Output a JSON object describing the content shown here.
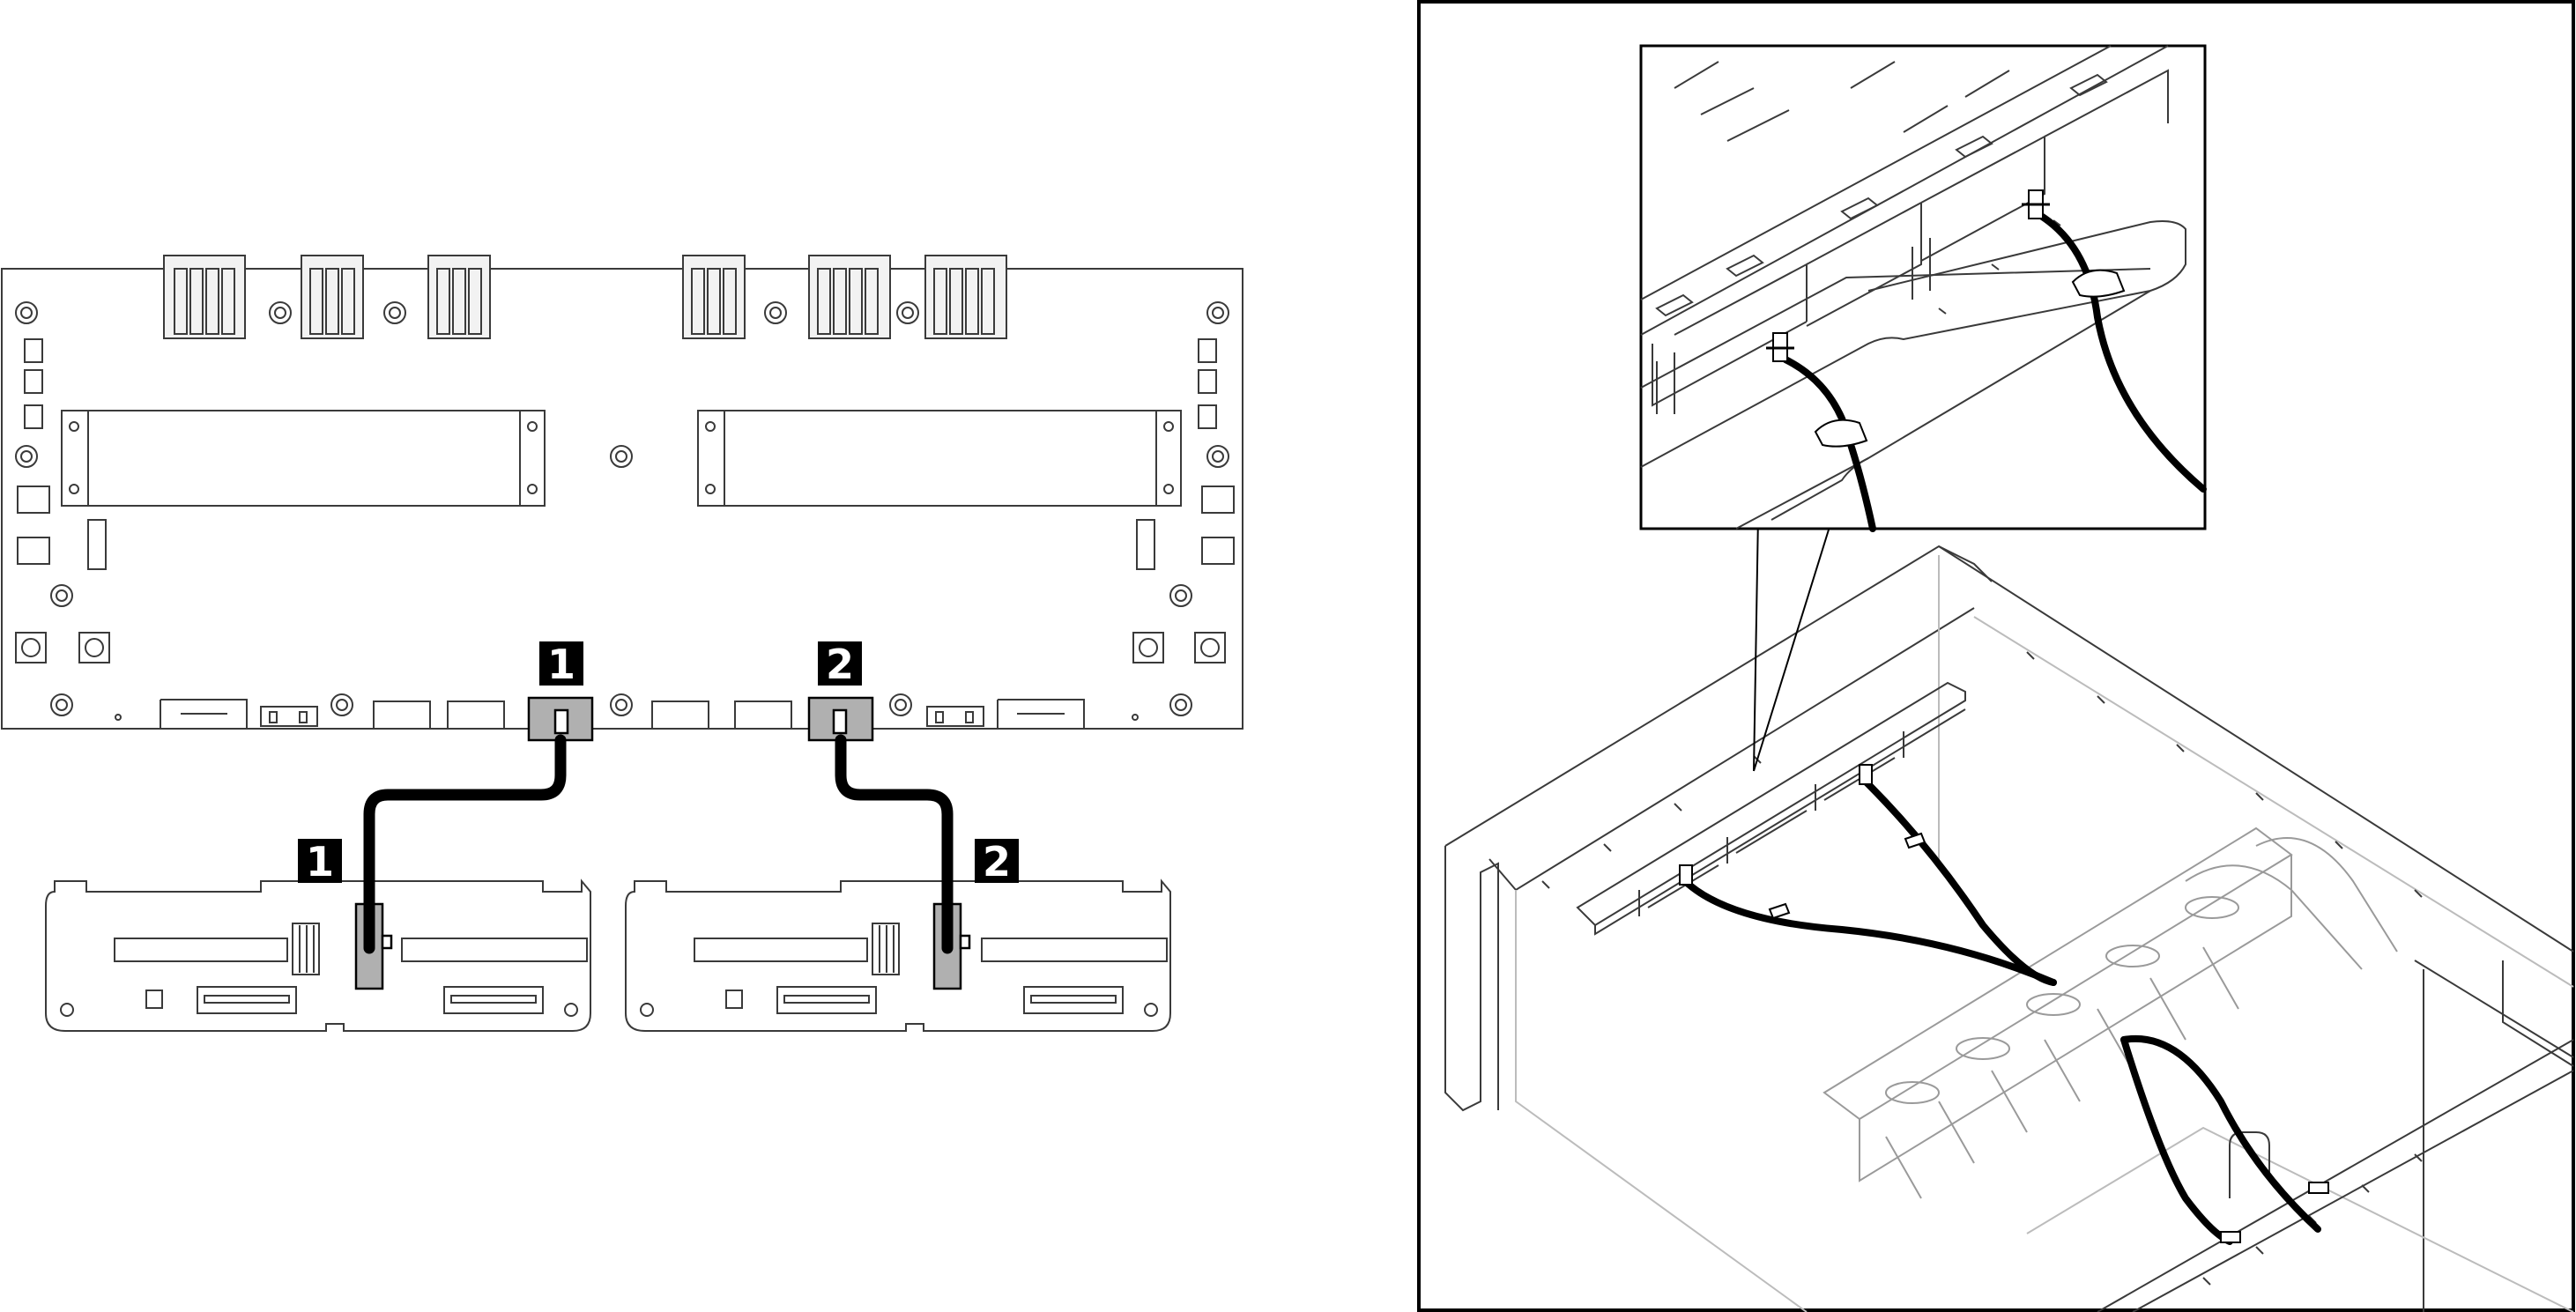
{
  "callouts": {
    "board_connector_1": "1",
    "board_connector_2": "2",
    "backplane_connector_1": "1",
    "backplane_connector_2": "2"
  },
  "colors": {
    "line": "#3a3a3a",
    "cable": "#000000",
    "badge_bg": "#000000",
    "badge_text": "#ffffff",
    "connector_fill": "#b0b0b0",
    "panel_border": "#000000",
    "faded_line": "#bcbcbc"
  },
  "icons": [
    "cable-tie-icon",
    "screw-hole-icon"
  ]
}
